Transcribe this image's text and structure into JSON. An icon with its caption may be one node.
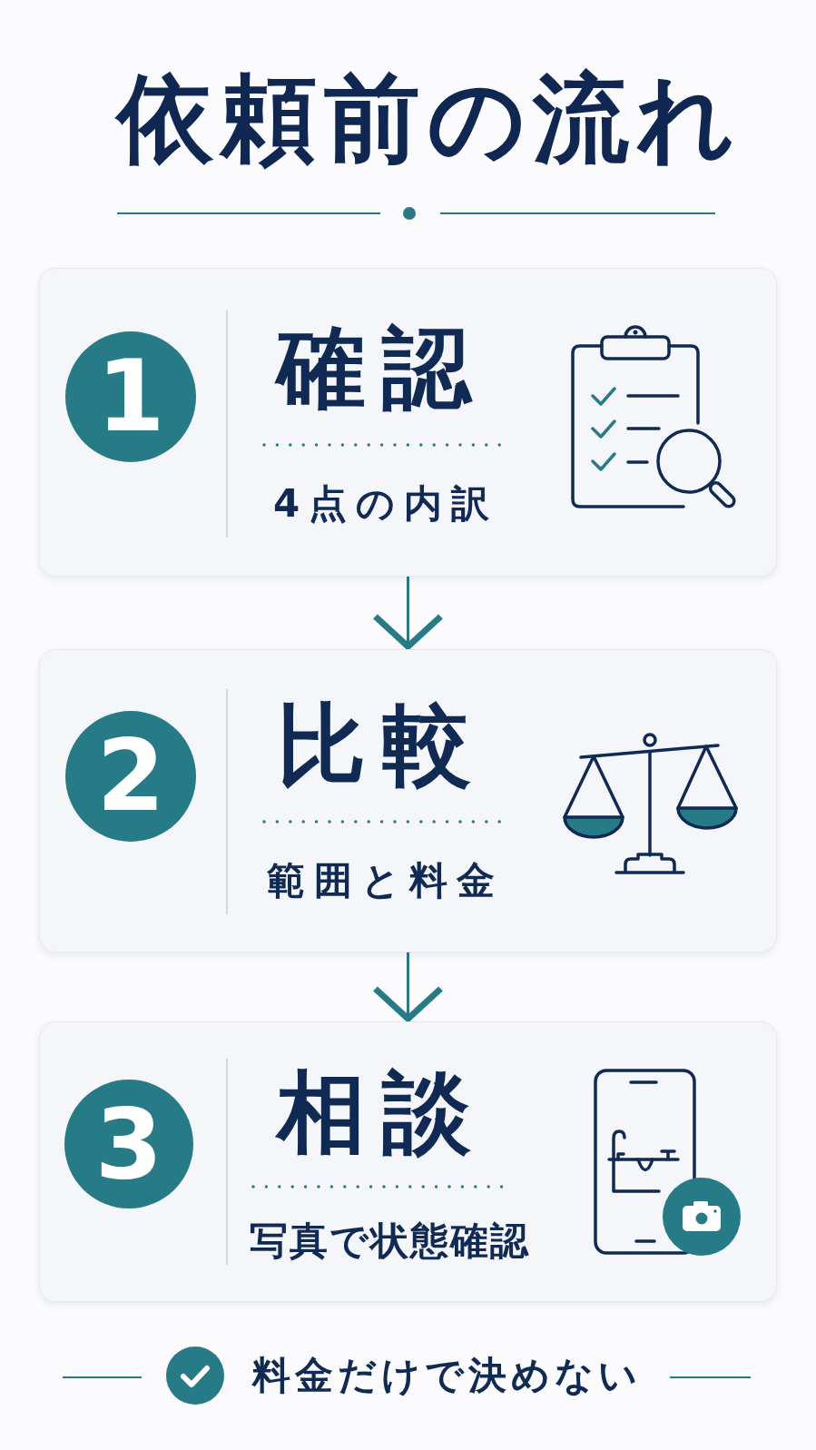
{
  "diagram": {
    "title": "依頼前の流れ",
    "nodes": [
      {
        "text": [
          "確認",
          "4点の内訳"
        ]
      },
      {
        "text": [
          "1"
        ],
        "in": 0
      },
      {
        "text": [
          "比較",
          "範囲と料金"
        ]
      },
      {
        "text": [
          "2"
        ],
        "in": 2
      },
      {
        "text": [
          "相談",
          "写真で状態確認"
        ]
      },
      {
        "text": [
          "3"
        ],
        "in": 4
      }
    ],
    "edges": [
      {
        "from": 0,
        "to": 2,
        "arrow": "to"
      },
      {
        "from": 2,
        "to": 4,
        "arrow": "to"
      }
    ],
    "labels": [
      "料金だけで決めない"
    ]
  }
}
